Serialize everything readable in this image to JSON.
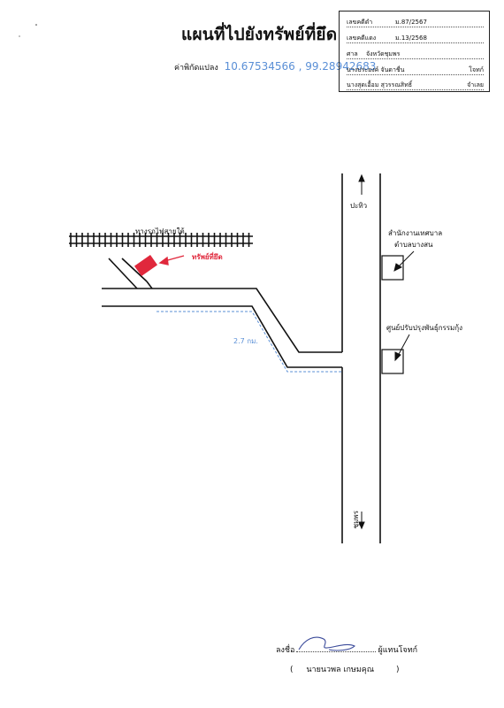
{
  "header": {
    "title": "แผนที่ไปยังทรัพย์ที่ยึด",
    "coord_label": "ค่าพิกัดแปลง",
    "coord_value": "10.67534566 , 99.28942683"
  },
  "case_box": {
    "black_case_label": "เลขคดีดำ",
    "black_case_value": "ม.87/2567",
    "red_case_label": "เลขคดีแดง",
    "red_case_value": "ม.13/2568",
    "court_label": "ศาล",
    "court_value": "จังหวัดชุมพร",
    "plaintiff_name": "นางประยงค์ จันดาชื่น",
    "plaintiff_role": "โจทก์",
    "defendant_name": "นางสุดเอื้อม สุวรรณสิทธิ์",
    "defendant_role": "จำเลย"
  },
  "map": {
    "railway_label": "ทางรถไฟสายใต้",
    "property_label": "ทรัพย์ที่ยึด",
    "distance_label": "2.7 กม.",
    "north_label": "ปะทิว",
    "south_label": "ชุมพร",
    "office_label_line1": "สำนักงานเทศบาล",
    "office_label_line2": "ตำบลบางสน",
    "center_label": "ศูนย์ปรับปรุงพันธุ์กรรมกุ้ง",
    "property_color": "#e0283c",
    "distance_color": "#5a8fd6"
  },
  "signature": {
    "sign_prefix": "ลงชื่อ",
    "sign_role": "ผู้แทนโจทก์",
    "signer_name": "นายนวพล  เกษมคุณ",
    "open_paren": "(",
    "close_paren": ")"
  }
}
